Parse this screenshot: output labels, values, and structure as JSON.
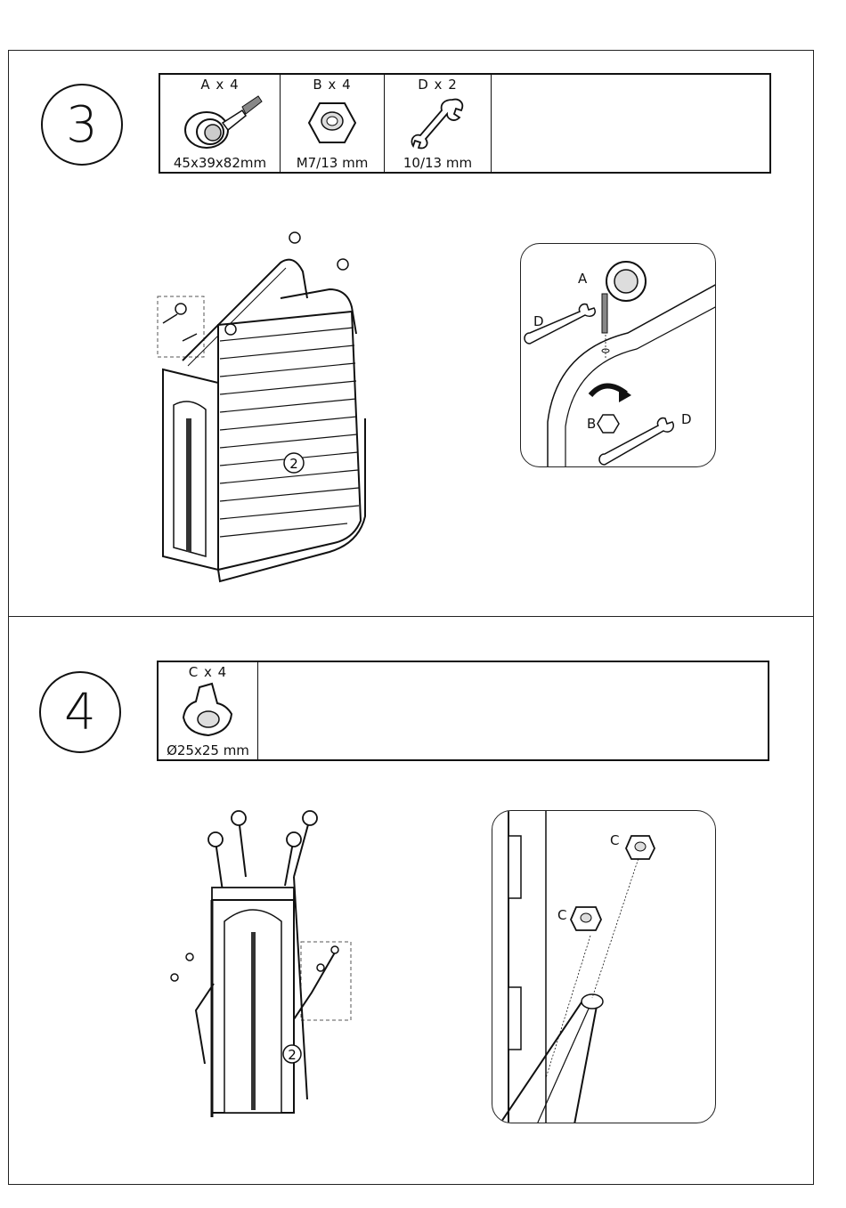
{
  "steps": [
    {
      "number": "3",
      "parts": [
        {
          "qty": "A x 4",
          "size": "45x39x82mm",
          "icon": "caster-wheel-icon"
        },
        {
          "qty": "B x 4",
          "size": "M7/13 mm",
          "icon": "hex-nut-icon"
        },
        {
          "qty": "D x 2",
          "size": "10/13 mm",
          "icon": "wrench-icon"
        }
      ],
      "detail_labels": {
        "a": "A",
        "b": "B",
        "d1": "D",
        "d2": "D"
      },
      "callout": "2"
    },
    {
      "number": "4",
      "parts": [
        {
          "qty": "C x 4",
          "size": "Ø25x25 mm",
          "icon": "tube-cap-icon"
        }
      ],
      "detail_labels": {
        "c1": "C",
        "c2": "C"
      },
      "callout": "2"
    }
  ]
}
